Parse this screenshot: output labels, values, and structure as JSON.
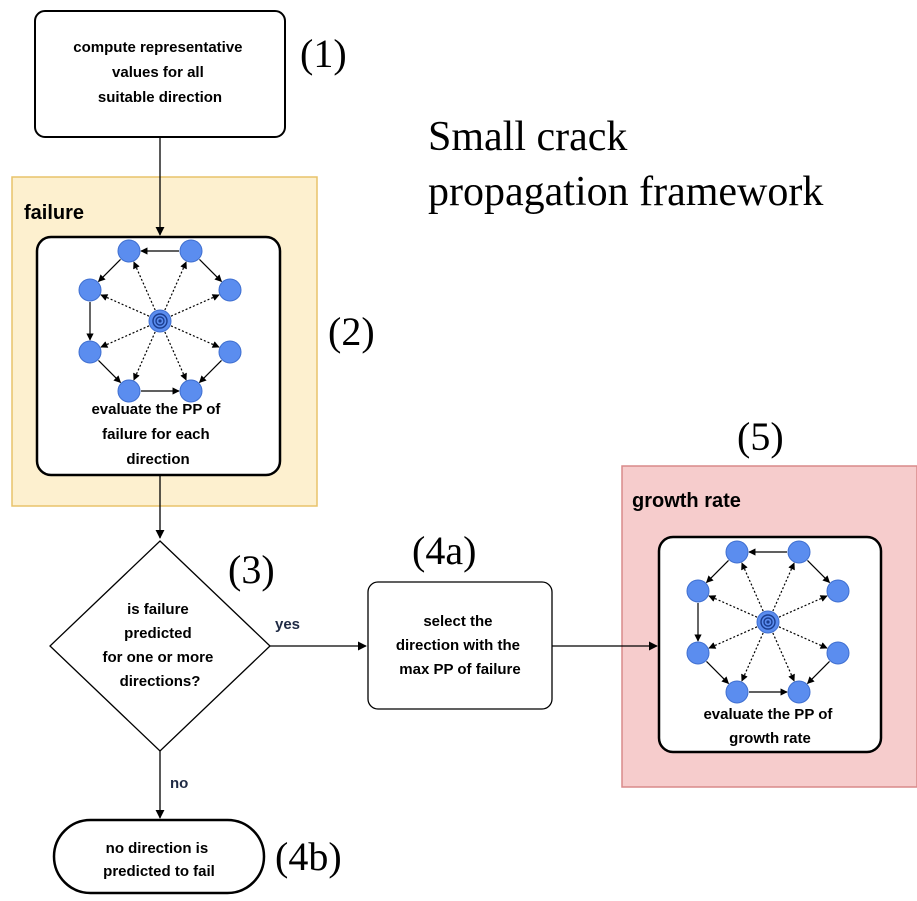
{
  "title": {
    "line1": "Small crack",
    "line2": "propagation framework"
  },
  "steps": {
    "s1": {
      "marker": "(1)",
      "lines": [
        "compute representative",
        "values for all",
        "suitable direction"
      ]
    },
    "s2": {
      "marker": "(2)",
      "region_label": "failure",
      "lines": [
        "evaluate the PP of",
        "failure for each",
        "direction"
      ]
    },
    "s3": {
      "marker": "(3)",
      "lines": [
        "is failure",
        "predicted",
        "for one or more",
        "directions?"
      ],
      "yes_label": "yes",
      "no_label": "no"
    },
    "s4a": {
      "marker": "(4a)",
      "lines": [
        "select the",
        "direction with the",
        "max PP of failure"
      ]
    },
    "s4b": {
      "marker": "(4b)",
      "lines": [
        "no direction is",
        "predicted to fail"
      ]
    },
    "s5": {
      "marker": "(5)",
      "region_label": "growth rate",
      "lines": [
        "evaluate the PP of",
        "growth rate"
      ]
    }
  },
  "colors": {
    "failure_region_fill": "#fdf0cf",
    "failure_region_border": "#e8c36a",
    "growth_region_fill": "#f6cccc",
    "growth_region_border": "#d98a8a",
    "node_fill": "#5b8def",
    "node_stroke": "#3f6fd0",
    "edge_label": "#1f2a44"
  },
  "icons": {
    "direction_graph": "directional-graph-icon",
    "center_node": "target-icon"
  }
}
